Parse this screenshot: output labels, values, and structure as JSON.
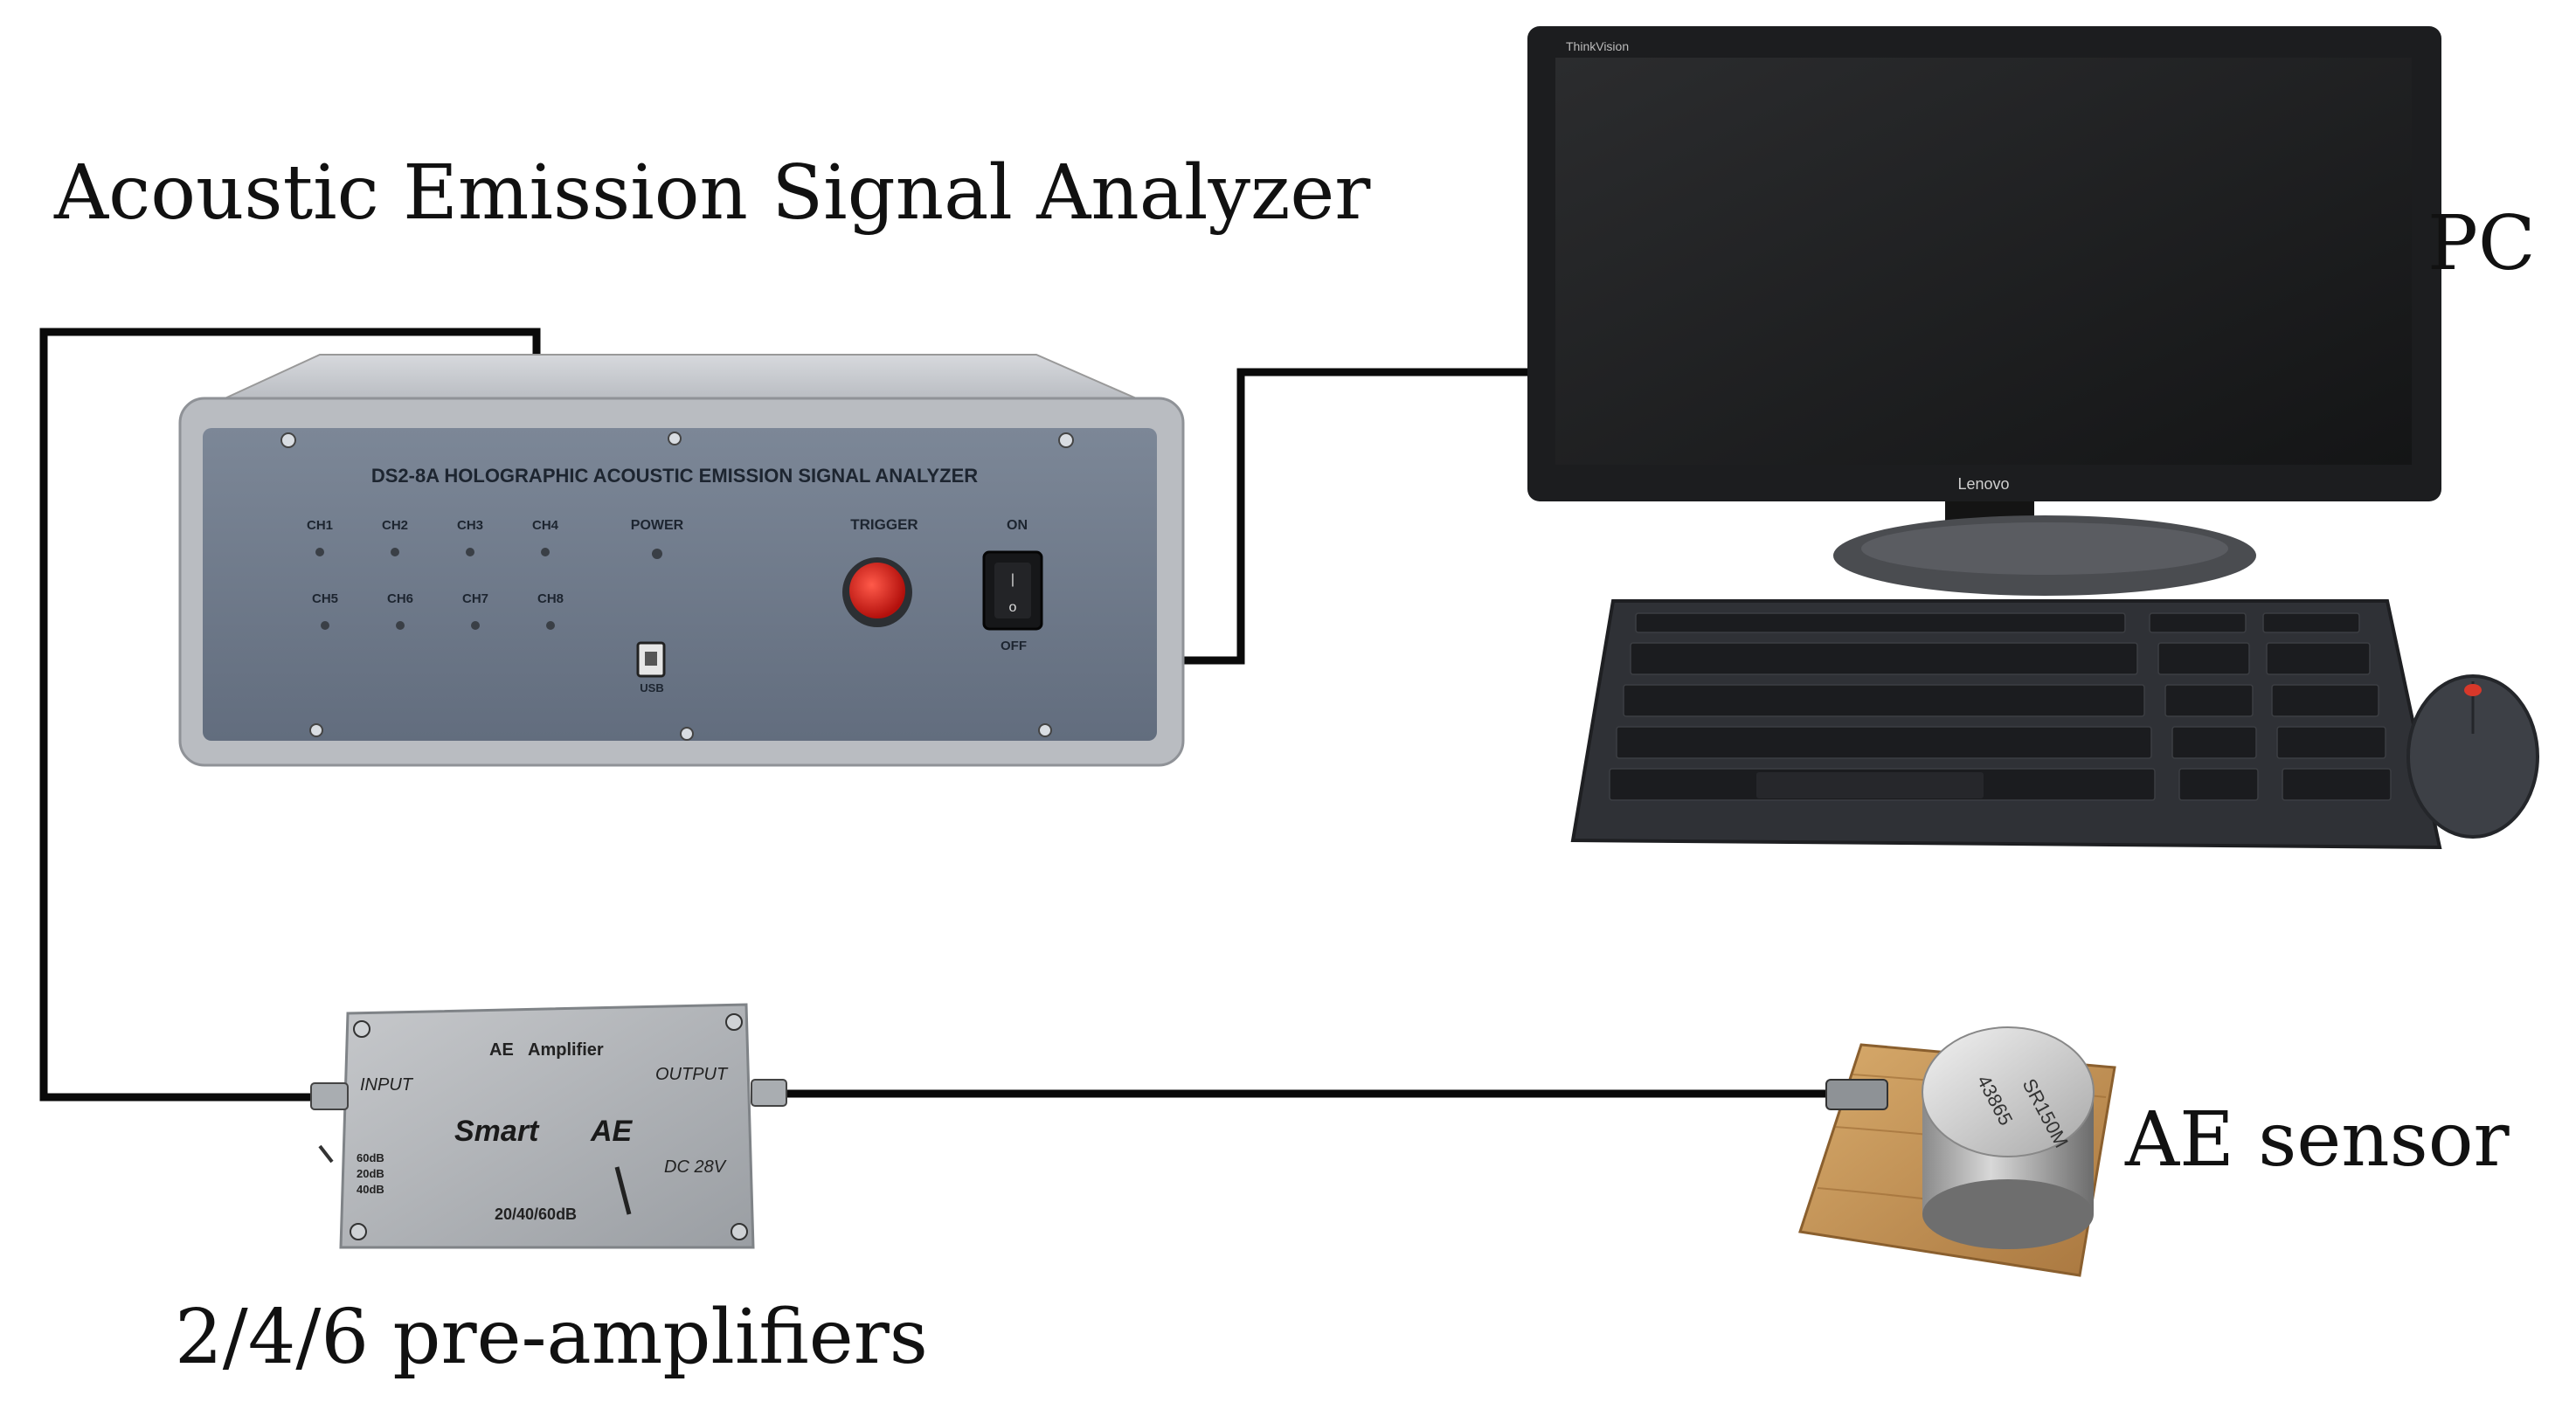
{
  "labels": {
    "analyzer": "Acoustic Emission Signal Analyzer",
    "pc": "PC",
    "sensor": "AE sensor",
    "preamp": "2/4/6 pre-amplifiers"
  },
  "analyzer_panel": {
    "title": "DS2-8A HOLOGRAPHIC ACOUSTIC EMISSION SIGNAL ANALYZER",
    "channels_top": [
      "CH1",
      "CH2",
      "CH3",
      "CH4"
    ],
    "channels_bottom": [
      "CH5",
      "CH6",
      "CH7",
      "CH8"
    ],
    "power": "POWER",
    "trigger": "TRIGGER",
    "on": "ON",
    "off": "OFF",
    "usb": "USB"
  },
  "monitor": {
    "brand_top": "ThinkVision",
    "brand_bottom": "Lenovo"
  },
  "amplifier": {
    "line1_a": "AE",
    "line1_b": "Amplifier",
    "input": "INPUT",
    "output": "OUTPUT",
    "brand_a": "Smart",
    "brand_b": "AE",
    "gain_options": [
      "60dB",
      "20dB",
      "40dB"
    ],
    "gain_label": "20/40/60dB",
    "power": "DC 28V"
  },
  "sensor": {
    "model": "SR150M",
    "serial": "43865"
  },
  "colors": {
    "cable": "#0a0a0a",
    "panel": "#6e7a8c",
    "trigger_button": "#d31d1d",
    "wood": "#c99a5c",
    "monitor": "#1c1d1f"
  }
}
